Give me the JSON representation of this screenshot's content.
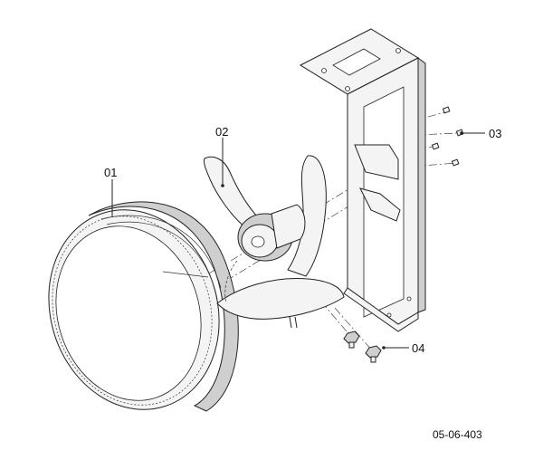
{
  "labels": {
    "shroud": "01",
    "fan": "02",
    "screws": "03",
    "bolts": "04"
  },
  "document_number": "05-06-403"
}
